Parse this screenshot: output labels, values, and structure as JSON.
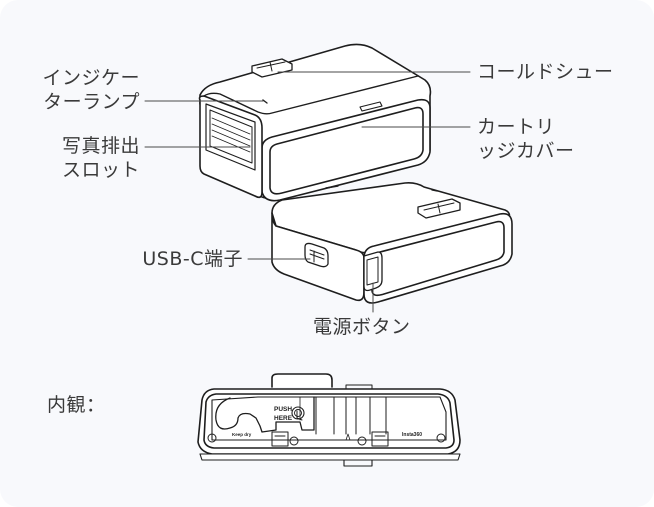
{
  "title": "Device parts diagram",
  "labels": {
    "indicator_lamp": [
      "インジケー",
      "ターランプ"
    ],
    "photo_slot": [
      "写真排出",
      "スロット"
    ],
    "cold_shoe": "コールドシュー",
    "cartridge_cover": [
      "カートリ",
      "ッジカバー"
    ],
    "usb_c": "USB-C端子",
    "power_button": "電源ボタン",
    "inner_view": "内観："
  },
  "inner_view_text": {
    "push": "PUSH",
    "here": "HERE",
    "keep_dry": "Keep dry",
    "brand": "Insta360"
  },
  "colors": {
    "background": "#f8f9fc",
    "stroke": "#1e1e1e",
    "text": "#3a3a3a",
    "leader": "#4a4a4a"
  }
}
